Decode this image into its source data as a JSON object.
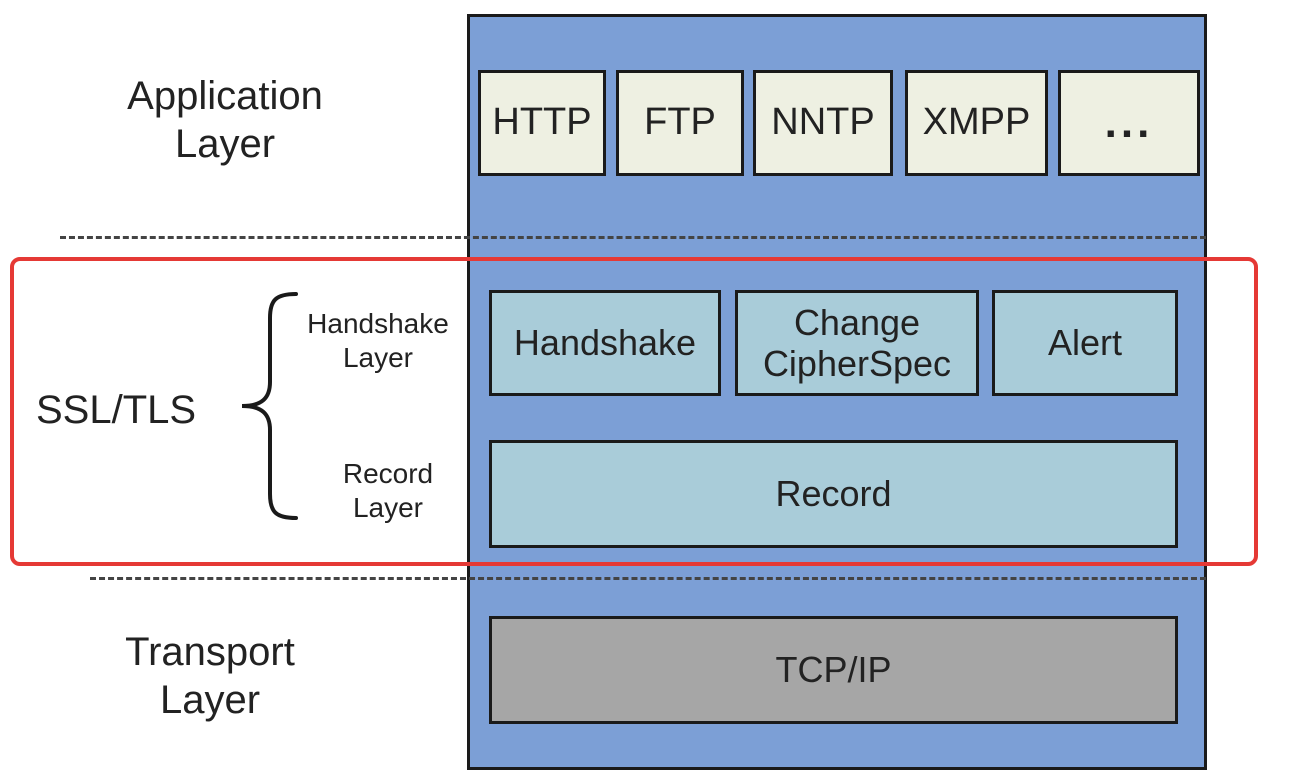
{
  "colors": {
    "panel": "#7c9fd6",
    "app_box": "#eef0e2",
    "ssl_box": "#a9ccd9",
    "tcp_box": "#a6a6a6",
    "highlight": "#e53935"
  },
  "layers": {
    "application": {
      "line1": "Application",
      "line2": "Layer"
    },
    "ssl_tls": {
      "label": "SSL/TLS"
    },
    "handshake_layer": {
      "line1": "Handshake",
      "line2": "Layer"
    },
    "record_layer": {
      "line1": "Record",
      "line2": "Layer"
    },
    "transport": {
      "line1": "Transport",
      "line2": "Layer"
    }
  },
  "application_protocols": [
    "HTTP",
    "FTP",
    "NNTP",
    "XMPP",
    "..."
  ],
  "ssl_protocols": {
    "handshake": "Handshake",
    "change_cipher_spec": {
      "line1": "Change",
      "line2": "CipherSpec"
    },
    "alert": "Alert",
    "record": "Record"
  },
  "transport_protocol": "TCP/IP"
}
